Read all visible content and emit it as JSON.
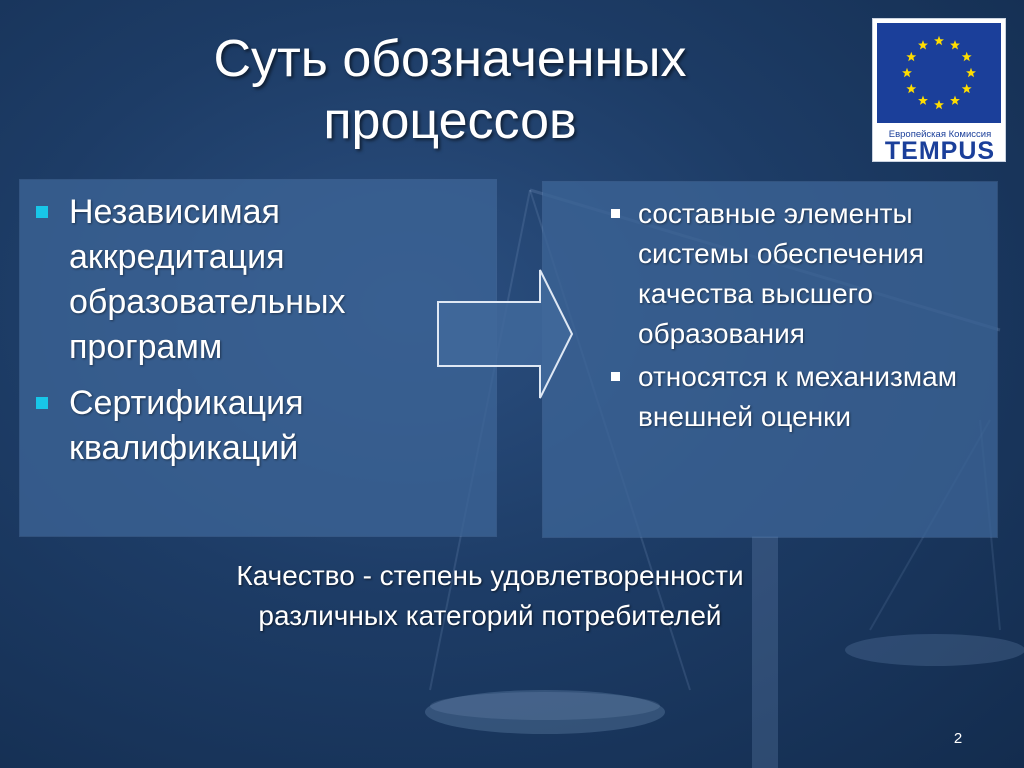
{
  "slide": {
    "title_lines": [
      "Суть обозначенных",
      "процессов"
    ],
    "left_box": {
      "items": [
        "Независимая аккредитация образовательных программ",
        "Сертификация квалификаций"
      ]
    },
    "right_box": {
      "items": [
        "составные элементы системы обеспечения качества высшего образования",
        "относятся к механизмам внешней оценки"
      ]
    },
    "footer_lines": [
      "Качество - степень удовлетворенности",
      "различных категорий потребителей"
    ],
    "page_number": "2"
  },
  "logo": {
    "caption": "Европейская Комиссия",
    "word": "TEMPUS",
    "flag_icon": "eu-stars-icon"
  },
  "colors": {
    "background": "#1d3c66",
    "box_fill": "#3c6496",
    "left_bullet": "#18c6e8",
    "right_bullet": "#ffffff",
    "logo_blue": "#1b3f9a",
    "star_yellow": "#ffdd00"
  }
}
